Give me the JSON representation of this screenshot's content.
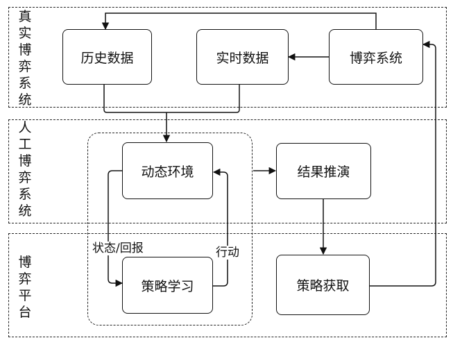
{
  "sections": {
    "real": {
      "label": "真实博弈系统"
    },
    "artificial": {
      "label": "人工博弈系统"
    },
    "platform": {
      "label": "博弈平台"
    }
  },
  "nodes": {
    "history_data": "历史数据",
    "realtime_data": "实时数据",
    "game_system": "博弈系统",
    "dynamic_env": "动态环境",
    "result_deduction": "结果推演",
    "strategy_learning": "策略学习",
    "strategy_acquisition": "策略获取"
  },
  "edge_labels": {
    "state_reward": "状态/回报",
    "action": "行动"
  }
}
